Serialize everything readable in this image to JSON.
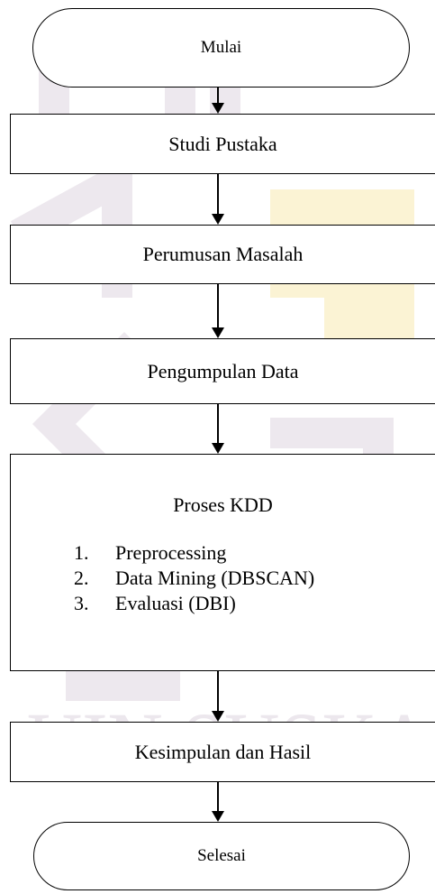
{
  "flowchart": {
    "start": "Mulai",
    "steps": [
      "Studi Pustaka",
      "Perumusan Masalah",
      "Pengumpulan Data"
    ],
    "kdd": {
      "title": "Proses KDD",
      "items": [
        {
          "num": "1.",
          "text": "Preprocessing"
        },
        {
          "num": "2.",
          "text": "Data Mining (DBSCAN)"
        },
        {
          "num": "3.",
          "text": "Evaluasi (DBI)"
        }
      ]
    },
    "result": "Kesimpulan dan Hasil",
    "end": "Selesai"
  },
  "watermark": {
    "text": "UIN SUSKA",
    "colors": [
      "#ede8ee",
      "#fbf3d4"
    ]
  },
  "colors": {
    "stroke": "#000000",
    "background": "#ffffff"
  }
}
